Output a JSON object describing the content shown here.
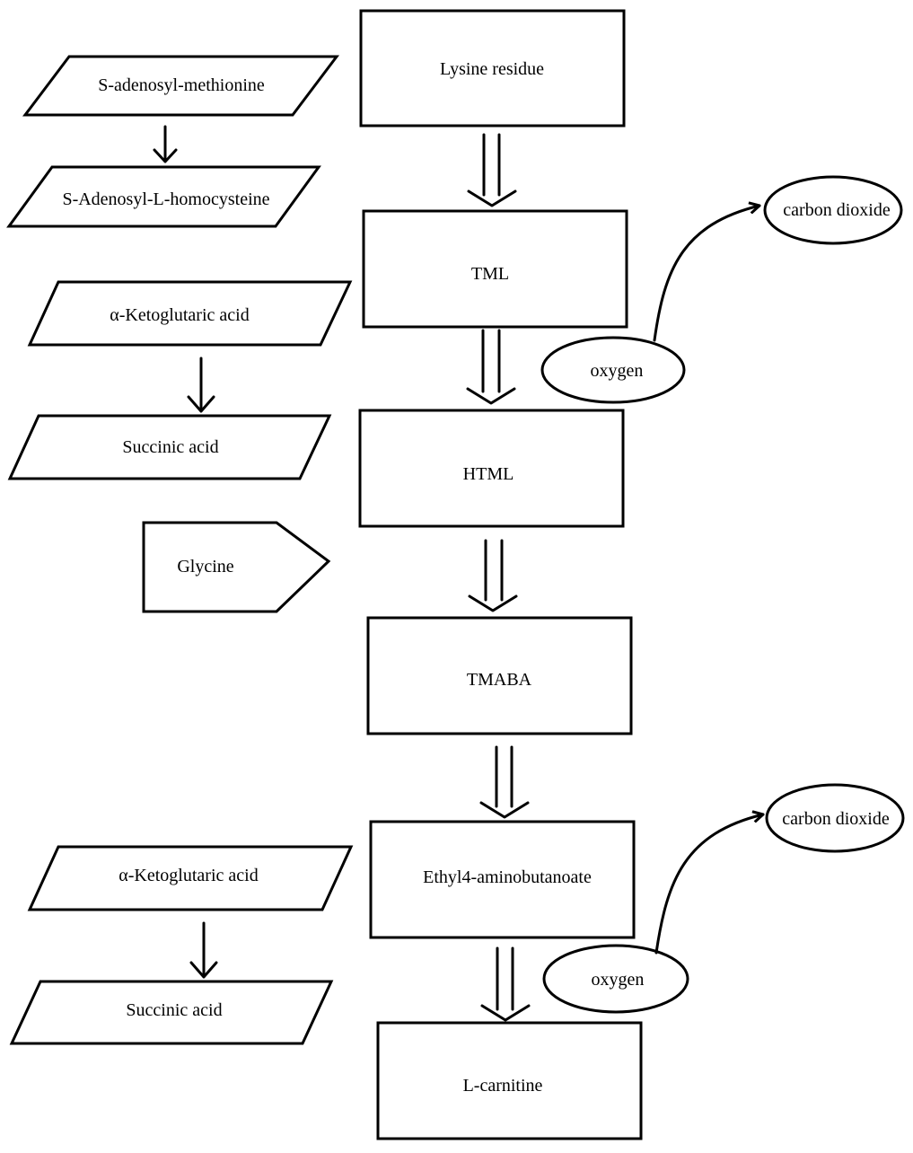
{
  "main_chain": {
    "lysine": "Lysine residue",
    "tml": "TML",
    "html": "HTML",
    "tmaba": "TMABA",
    "ethyl": "Ethyl4-aminobutanoate",
    "lcarnitine": "L-carnitine"
  },
  "side_inputs": {
    "sam": "S-adenosyl-methionine",
    "sah": "S-Adenosyl-L-homocysteine",
    "akg1": "α-Ketoglutaric acid",
    "succinic1": "Succinic acid",
    "glycine": "Glycine",
    "akg2": "α-Ketoglutaric acid",
    "succinic2": "Succinic acid"
  },
  "gases": {
    "oxygen1": "oxygen",
    "co2_1": "carbon dioxide",
    "oxygen2": "oxygen",
    "co2_2": "carbon dioxide"
  }
}
